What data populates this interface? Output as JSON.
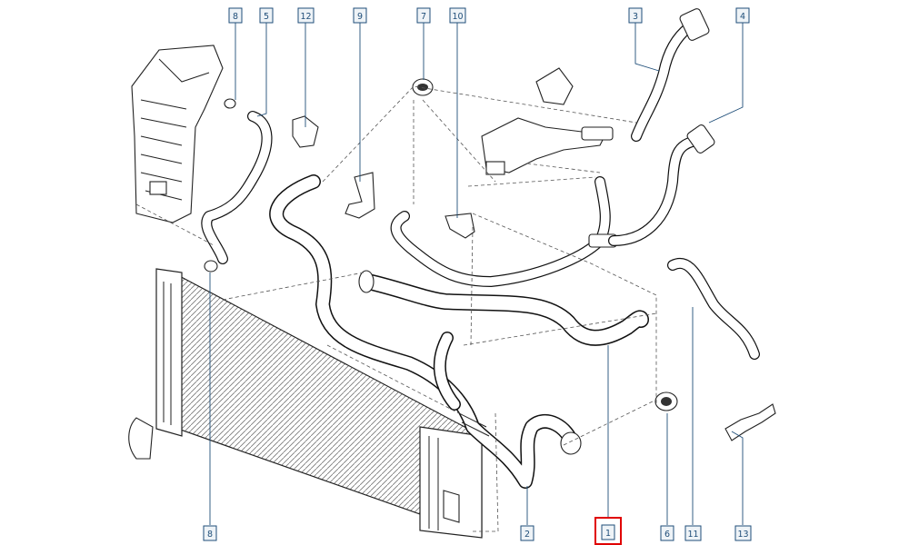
{
  "diagram": {
    "type": "exploded-parts-diagram",
    "callouts": [
      {
        "label": "8",
        "highlighted": false
      },
      {
        "label": "5",
        "highlighted": false
      },
      {
        "label": "12",
        "highlighted": false
      },
      {
        "label": "9",
        "highlighted": false
      },
      {
        "label": "7",
        "highlighted": false
      },
      {
        "label": "10",
        "highlighted": false
      },
      {
        "label": "3",
        "highlighted": false
      },
      {
        "label": "4",
        "highlighted": false
      },
      {
        "label": "8",
        "highlighted": false
      },
      {
        "label": "2",
        "highlighted": false
      },
      {
        "label": "1",
        "highlighted": true
      },
      {
        "label": "6",
        "highlighted": false
      },
      {
        "label": "11",
        "highlighted": false
      },
      {
        "label": "13",
        "highlighted": false
      }
    ],
    "highlight_color": "#e00000",
    "callout_color": "#1f4e79"
  }
}
